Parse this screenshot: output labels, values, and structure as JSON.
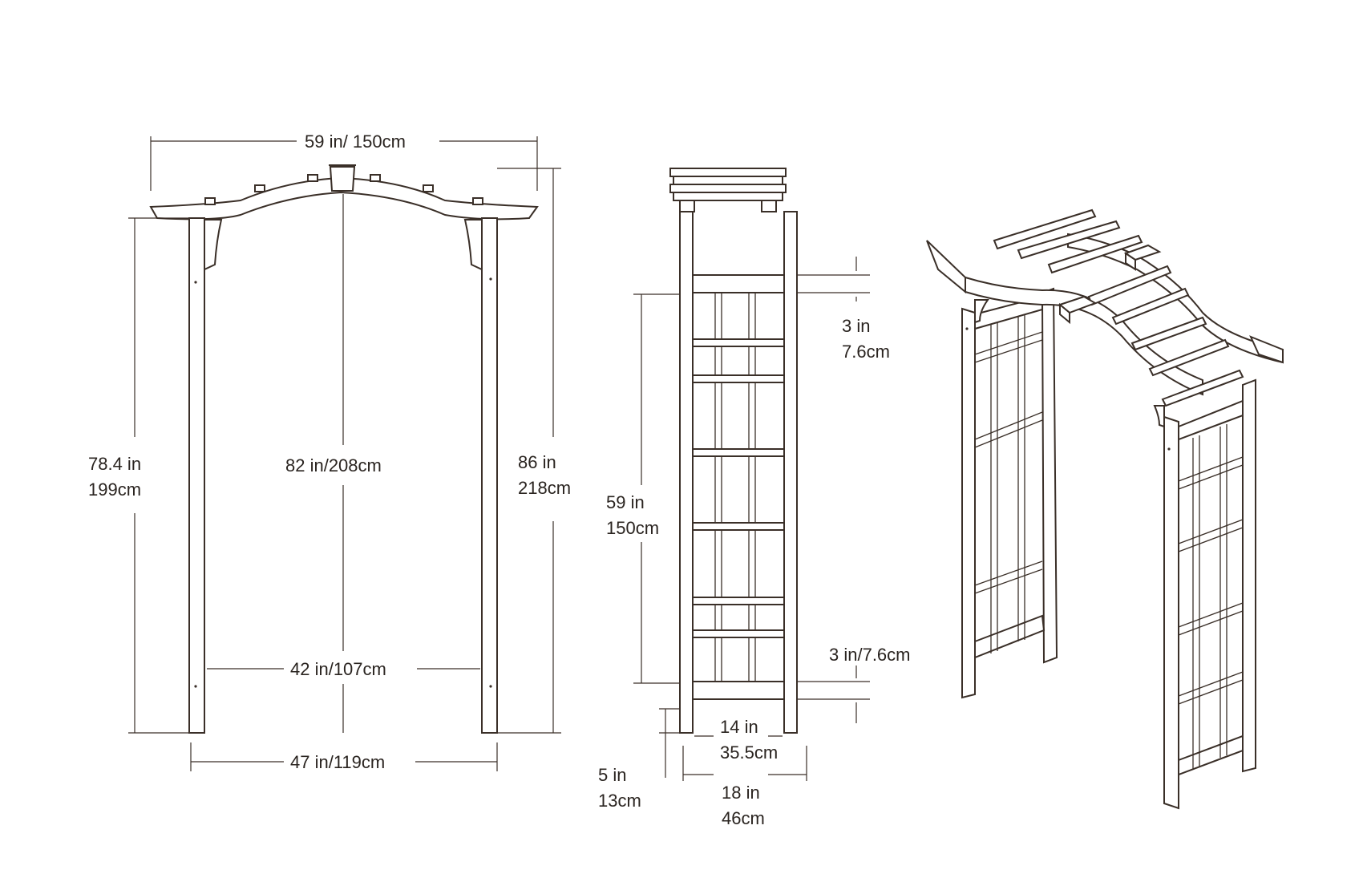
{
  "front_view": {
    "top_width": "59 in/ 150cm",
    "post_height_in": "78.4 in",
    "post_height_cm": "199cm",
    "center_height": "82 in/208cm",
    "total_height_in": "86 in",
    "total_height_cm": "218cm",
    "inner_width": "42 in/107cm",
    "outer_width": "47 in/119cm"
  },
  "side_view": {
    "top_spacing_in": "3 in",
    "top_spacing_cm": "7.6cm",
    "lattice_height_in": "59 in",
    "lattice_height_cm": "150cm",
    "bottom_spacing": "3 in/7.6cm",
    "inner_depth_in": "14 in",
    "inner_depth_cm": "35.5cm",
    "foot_height_in": "5 in",
    "foot_height_cm": "13cm",
    "outer_depth_in": "18 in",
    "outer_depth_cm": "46cm"
  },
  "colors": {
    "line": "#3a2f28",
    "background": "#ffffff"
  }
}
